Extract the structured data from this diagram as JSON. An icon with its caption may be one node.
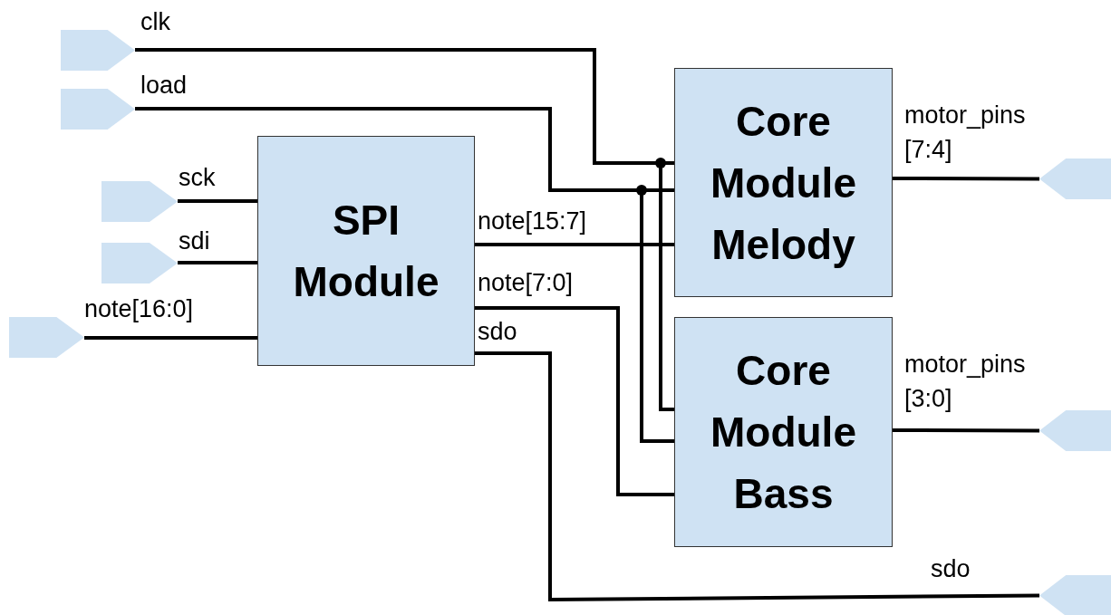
{
  "diagram": {
    "nodes": [
      {
        "text": [],
        "shape": "pentagon"
      },
      {
        "text": [],
        "shape": "pentagon"
      },
      {
        "text": [],
        "shape": "pentagon"
      },
      {
        "text": [],
        "shape": "pentagon"
      },
      {
        "text": [],
        "shape": "pentagon"
      },
      {
        "text": [
          "SPI Module"
        ]
      },
      {
        "text": [
          "Core Module Melody"
        ]
      },
      {
        "text": [
          "Core Module Bass"
        ]
      },
      {
        "text": [],
        "shape": "pentagon"
      },
      {
        "text": [],
        "shape": "pentagon"
      },
      {
        "text": [],
        "shape": "pentagon"
      }
    ],
    "edges": [
      {
        "from": 0,
        "to": 6,
        "arrow": "none",
        "label": "clk"
      },
      {
        "from": 0,
        "to": 7,
        "arrow": "none"
      },
      {
        "from": 1,
        "to": 6,
        "arrow": "none",
        "label": "load"
      },
      {
        "from": 1,
        "to": 7,
        "arrow": "none"
      },
      {
        "from": 2,
        "to": 5,
        "arrow": "none",
        "label": "sck"
      },
      {
        "from": 3,
        "to": 5,
        "arrow": "none",
        "label": "sdi"
      },
      {
        "from": 4,
        "to": 5,
        "arrow": "none",
        "label": "note[16:0]"
      },
      {
        "from": 5,
        "to": 6,
        "arrow": "none",
        "label": "note[15:7]"
      },
      {
        "from": 5,
        "to": 7,
        "arrow": "none",
        "label": "note[7:0]"
      },
      {
        "from": 5,
        "to": 10,
        "arrow": "none",
        "label": "sdo"
      },
      {
        "from": 6,
        "to": 8,
        "arrow": "none",
        "label": "motor_pins [7:4]"
      },
      {
        "from": 7,
        "to": 9,
        "arrow": "none",
        "label": "motor_pins [3:0]"
      }
    ],
    "labels": [
      "sdo"
    ]
  }
}
